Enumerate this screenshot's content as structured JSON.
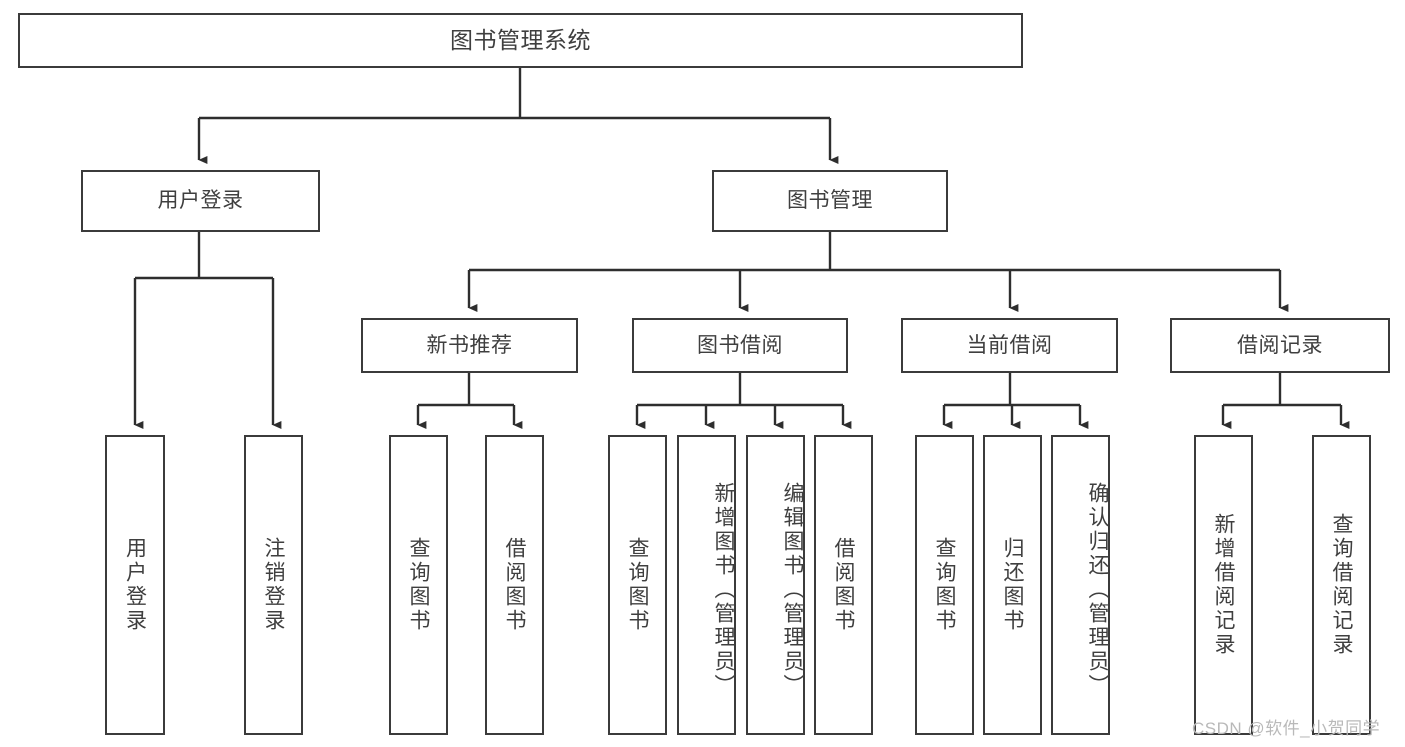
{
  "diagram": {
    "title": "图书管理系统",
    "root": {
      "label": "图书管理系统"
    },
    "level2": [
      {
        "label": "用户登录"
      },
      {
        "label": "图书管理"
      }
    ],
    "level3": [
      {
        "label": "新书推荐"
      },
      {
        "label": "图书借阅"
      },
      {
        "label": "当前借阅"
      },
      {
        "label": "借阅记录"
      }
    ],
    "leaves": {
      "user_login": [
        {
          "label": "用户登录"
        },
        {
          "label": "注销登录"
        }
      ],
      "new_book_recommend": [
        {
          "label": "查询图书"
        },
        {
          "label": "借阅图书"
        }
      ],
      "book_borrow": [
        {
          "label": "查询图书"
        },
        {
          "label": "新增图书（管理员）"
        },
        {
          "label": "编辑图书（管理员）"
        },
        {
          "label": "借阅图书"
        }
      ],
      "current_borrow": [
        {
          "label": "查询图书"
        },
        {
          "label": "归还图书"
        },
        {
          "label": "确认归还（管理员）"
        }
      ],
      "borrow_record": [
        {
          "label": "新增借阅记录"
        },
        {
          "label": "查询借阅记录"
        }
      ]
    }
  },
  "watermark": {
    "text": "CSDN @软件_小贺同学"
  },
  "colors": {
    "border": "#3b3b3b",
    "text": "#3f3f3f",
    "background": "#ffffff",
    "watermark": "#b9b9b9"
  }
}
